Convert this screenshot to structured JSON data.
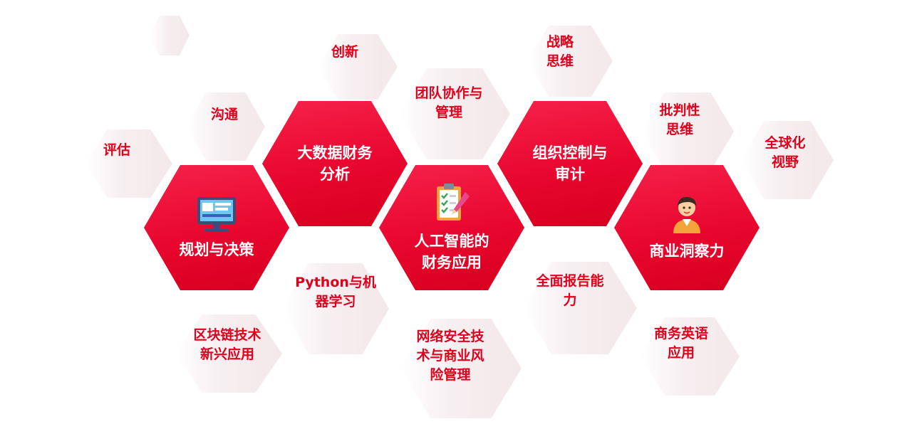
{
  "main_hexagons": {
    "planning": "规划与决策",
    "big_data": "大数据财务\n分析",
    "ai": "人工智能的\n财务应用",
    "control": "组织控制与\n审计",
    "insight": "商业洞察力"
  },
  "skills": {
    "pinggu": "评估",
    "goutong": "沟通",
    "chuangxin": "创新",
    "tuandui": "团队协作与\n管理",
    "zhanlue": "战略\n思维",
    "pipan": "批判性\n思维",
    "quanqiu": "全球化\n视野",
    "python": "Python与机\n器学习",
    "quankuai": "区块链技术\n新兴应用",
    "wangluo": "网络安全技\n术与商业风\n险管理",
    "baogao": "全面报告能\n力",
    "yingyu": "商务英语\n应用"
  },
  "colors": {
    "primary_red": "#e8062e",
    "label_red": "#e0001b",
    "ghost": "#f4eaec"
  },
  "icons": [
    "monitor-chart-icon",
    "clipboard-pencil-icon",
    "graduate-person-icon"
  ]
}
